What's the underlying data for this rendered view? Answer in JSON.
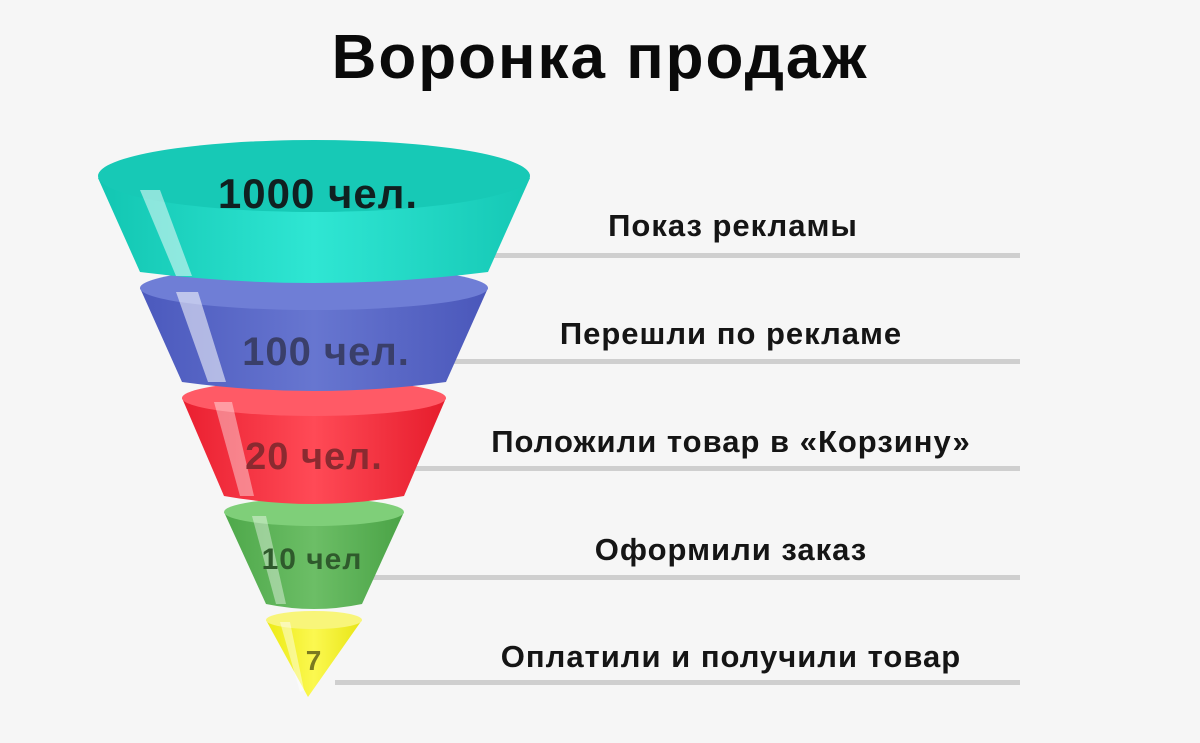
{
  "title": "Воронка продаж",
  "stages": [
    {
      "label": "Показ рекламы",
      "count": "1000 чел.",
      "color": "#1ed8c6"
    },
    {
      "label": "Перешли по рекламе",
      "count": "100 чел.",
      "color": "#5c6bc8"
    },
    {
      "label": "Положили товар в «Корзину»",
      "count": "20 чел.",
      "color": "#f23240"
    },
    {
      "label": "Оформили заказ",
      "count": "10 чел",
      "color": "#5fb35a"
    },
    {
      "label": "Оплатили и получили товар",
      "count": "7",
      "color": "#f2ef2a"
    }
  ]
}
